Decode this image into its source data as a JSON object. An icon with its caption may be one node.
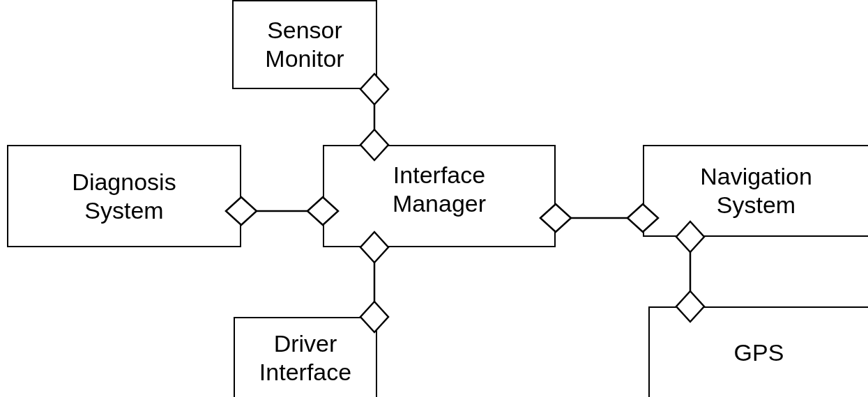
{
  "diagram": {
    "nodes": [
      {
        "text": [
          "Sensor Monitor"
        ]
      },
      {
        "text": [
          "Diagnosis System"
        ]
      },
      {
        "text": [
          "Interface Manager"
        ]
      },
      {
        "text": [
          "Navigation System"
        ]
      },
      {
        "text": [
          "Driver Interface"
        ]
      },
      {
        "text": [
          "GPS"
        ]
      }
    ],
    "edges": [
      {
        "from": 0,
        "to": 2,
        "arrow": "other"
      },
      {
        "from": 1,
        "to": 2,
        "arrow": "other"
      },
      {
        "from": 2,
        "to": 3,
        "arrow": "other"
      },
      {
        "from": 2,
        "to": 4,
        "arrow": "other"
      },
      {
        "from": 3,
        "to": 5,
        "arrow": "other"
      }
    ]
  }
}
